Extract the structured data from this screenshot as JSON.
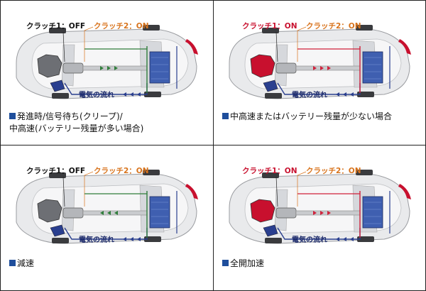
{
  "panels": [
    {
      "clutch1_text": "クラッチ1：OFF",
      "clutch2_text": "クラッチ2：ON",
      "flow_label": "電気の流れ",
      "caption_line1": "発進時/信号待ち(クリープ)/",
      "caption_line2": "中高速(バッテリー残量が多い場合)",
      "engine_active": false,
      "path_style": "creep"
    },
    {
      "clutch1_text": "クラッチ1：ON",
      "clutch2_text": "クラッチ2：ON",
      "flow_label": "電気の流れ",
      "caption_line1": "中高速またはバッテリー残量が少ない場合",
      "caption_line2": "",
      "engine_active": true,
      "path_style": "charge"
    },
    {
      "clutch1_text": "クラッチ1：OFF",
      "clutch2_text": "クラッチ2：ON",
      "flow_label": "電気の流れ",
      "caption_line1": "減速",
      "caption_line2": "",
      "engine_active": false,
      "path_style": "regen"
    },
    {
      "clutch1_text": "クラッチ1：ON",
      "clutch2_text": "クラッチ2：ON",
      "flow_label": "電気の流れ",
      "caption_line1": "全開加速",
      "caption_line2": "",
      "engine_active": true,
      "path_style": "full"
    }
  ],
  "colors": {
    "clutch_off_text": "#111111",
    "clutch_on_text": "#c8102e",
    "clutch2_text": "#d8731c",
    "flow_blue": "#2a3f8f",
    "flow_red": "#d0203a",
    "flow_green": "#2f7d3a",
    "battery_blue": "#3f5fb0",
    "engine_gray": "#6d6f74",
    "engine_red": "#c8102e",
    "caption_marker": "#1e4e9c"
  }
}
